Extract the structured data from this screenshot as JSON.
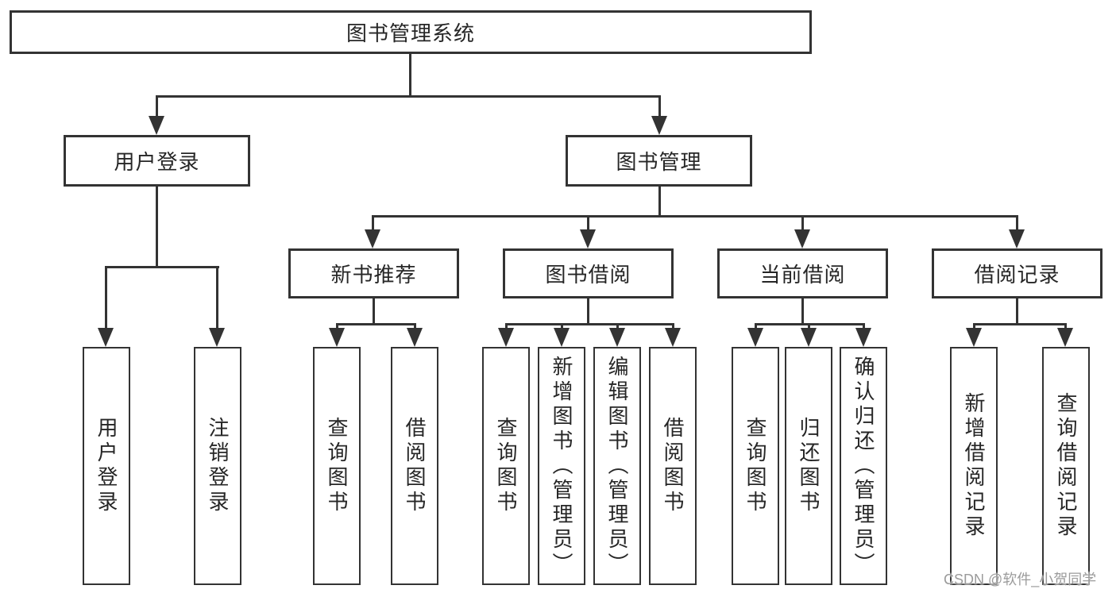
{
  "diagram": {
    "root": "图书管理系统",
    "branches": [
      "用户登录",
      "图书管理"
    ],
    "modules": [
      "新书推荐",
      "图书借阅",
      "当前借阅",
      "借阅记录"
    ],
    "leaves": {
      "user": [
        "用户登录",
        "注销登录"
      ],
      "recommend": [
        "查询图书",
        "借阅图书"
      ],
      "borrow": [
        "查询图书",
        "新增图书（管理员）",
        "编辑图书（管理员）",
        "借阅图书"
      ],
      "current": [
        "查询图书",
        "归还图书",
        "确认归还（管理员）"
      ],
      "record": [
        "新增借阅记录",
        "查询借阅记录"
      ]
    }
  },
  "watermark": "CSDN @软件_小贺同学",
  "colors": {
    "line": "#333333",
    "text": "#262626",
    "watermark": "#9b9b9b",
    "background": "#ffffff"
  }
}
